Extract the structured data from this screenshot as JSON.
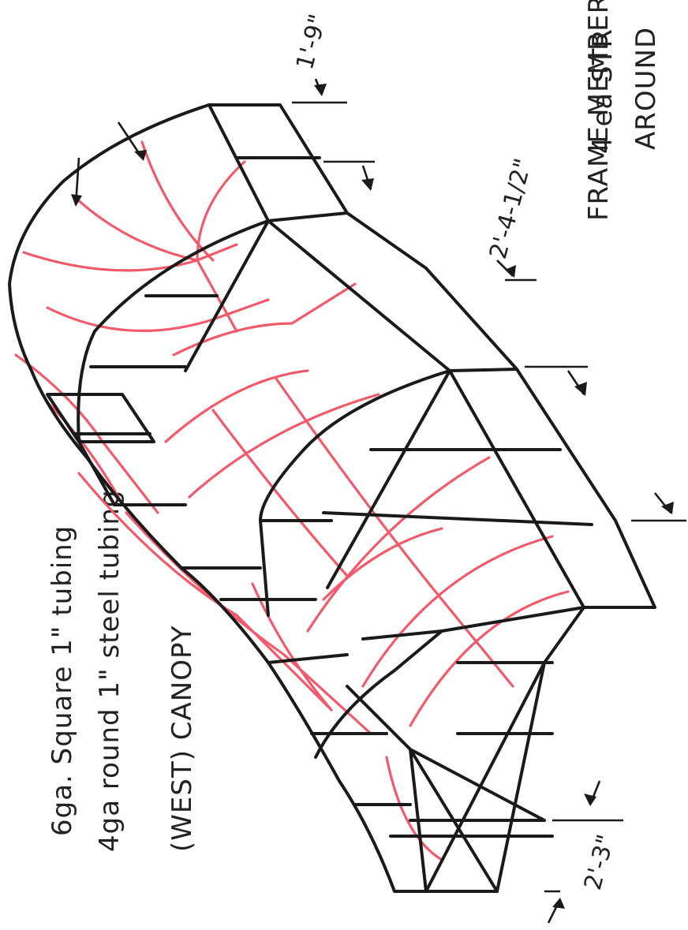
{
  "notes": {
    "tubing_square": "6ga. Square 1\" tubing",
    "tubing_round": "4ga round 1\" steel tubing",
    "canopy": "(WEST) CANOPY",
    "straps_line1": "4 ea STR",
    "straps_line2": "AROUND",
    "frame_members": "FRAME MEMBER"
  },
  "dimensions": {
    "top": "1'-9\"",
    "middle": "2'-4-1/2\"",
    "bottom": "2'-3\""
  },
  "colors": {
    "frame": "#1a1a1a",
    "straps": "#f05a6a",
    "background": "#ffffff"
  }
}
